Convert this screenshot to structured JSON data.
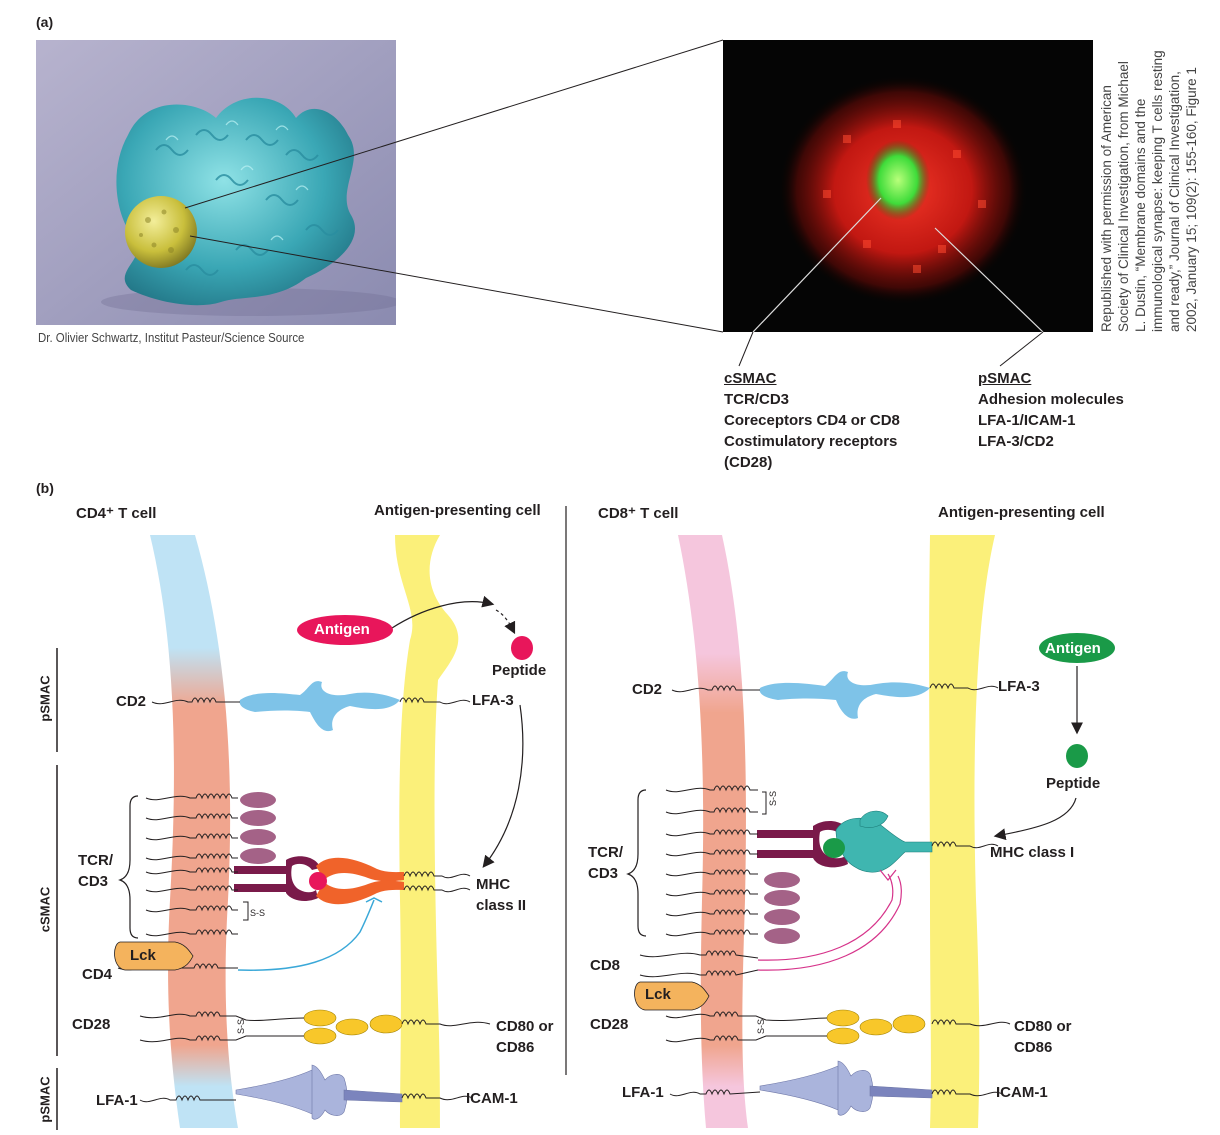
{
  "panel_a": {
    "label": "(a)",
    "photo_credit": "Dr. Olivier Schwartz, Institut Pasteur/Science Source",
    "csmac": {
      "heading": "cSMAC",
      "lines": [
        "TCR/CD3",
        "Coreceptors CD4 or CD8",
        "Costimulatory receptors",
        "(CD28)"
      ]
    },
    "psmac": {
      "heading": "pSMAC",
      "lines": [
        "Adhesion molecules",
        "LFA-1/ICAM-1",
        "LFA-3/CD2"
      ]
    },
    "permission_credit": [
      "Republished with permission of American",
      "Society of Clinical Investigation, from Michael",
      "L. Dustin, “Membrane domains and the",
      "immunological synapse: keeping T cells resting",
      "and ready,” Journal of Clinical Investigation,",
      "2002, January 15; 109(2): 155-160, Figure 1"
    ]
  },
  "panel_b": {
    "label": "(b)",
    "left": {
      "t_cell": "CD4⁺ T cell",
      "apc": "Antigen-presenting cell",
      "antigen": "Antigen",
      "peptide": "Peptide",
      "cd2": "CD2",
      "lfa3": "LFA-3",
      "tcr_cd3": [
        "TCR/",
        "CD3"
      ],
      "mhc": [
        "MHC",
        "class II"
      ],
      "lck": "Lck",
      "coreceptor": "CD4",
      "cd28": "CD28",
      "cd80": [
        "CD80 or",
        "CD86"
      ],
      "lfa1": "LFA-1",
      "icam1": "ICAM-1",
      "side_psmac_top": "pSMAC",
      "side_csmac": "cSMAC",
      "side_psmac_bottom": "pSMAC"
    },
    "right": {
      "t_cell": "CD8⁺ T cell",
      "apc": "Antigen-presenting cell",
      "antigen": "Antigen",
      "peptide": "Peptide",
      "cd2": "CD2",
      "lfa3": "LFA-3",
      "tcr_cd3": [
        "TCR/",
        "CD3"
      ],
      "mhc": [
        "MHC class I"
      ],
      "lck": "Lck",
      "coreceptor": "CD8",
      "cd28": "CD28",
      "cd80": [
        "CD80 or",
        "CD86"
      ],
      "lfa1": "LFA-1",
      "icam1": "ICAM-1"
    },
    "colors": {
      "cd4_membrane": "#bfe3f5",
      "cd8_membrane": "#f5c6dd",
      "csmac_membrane": "#f0a58e",
      "apc_membrane": "#fbf07a",
      "antigen_left": "#e8165b",
      "antigen_right": "#1a9a48",
      "cd2_lfa3": "#7ec3e8",
      "lfa1_icam1": "#aab4dc",
      "tcr": "#7a1a4a",
      "mhc2": "#f0632a",
      "mhc1": "#3fb6b0",
      "cd3_ovals": "#a46287",
      "lck": "#f4b35d",
      "costim": "#f8c72a"
    }
  }
}
